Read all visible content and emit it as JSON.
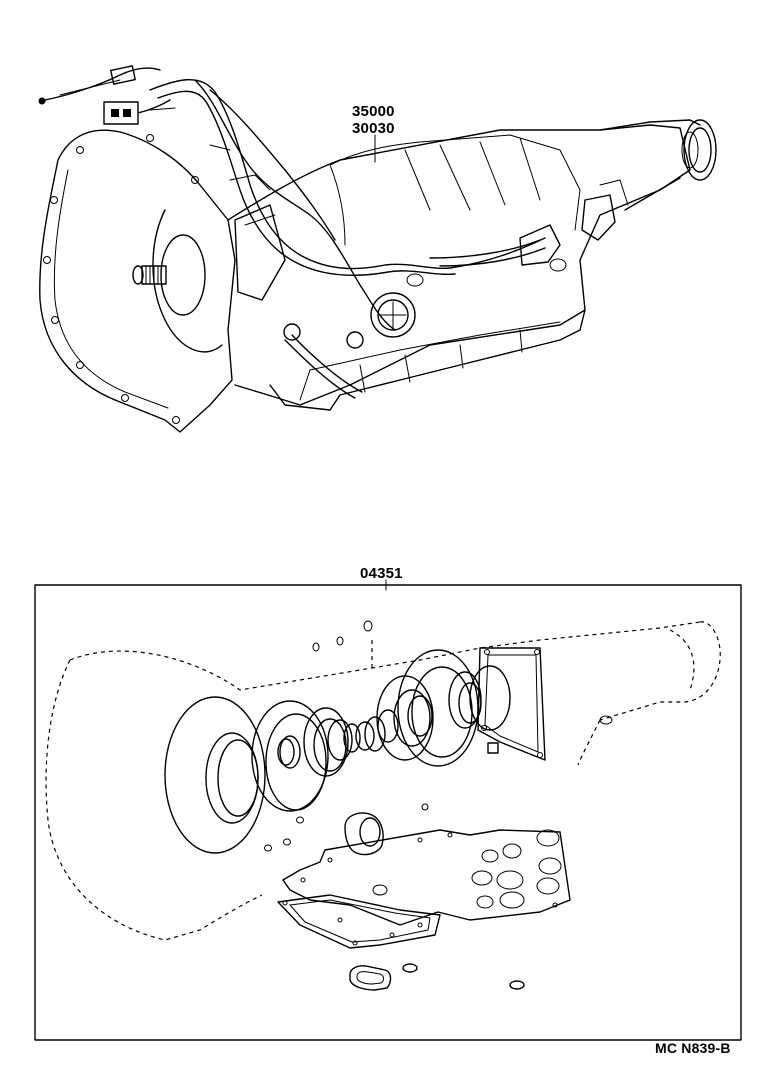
{
  "callouts": {
    "assembly_primary": "35000",
    "assembly_secondary": "30030",
    "overhaul_kit": "04351"
  },
  "footer": {
    "illustration_code": "MC N839-B"
  }
}
